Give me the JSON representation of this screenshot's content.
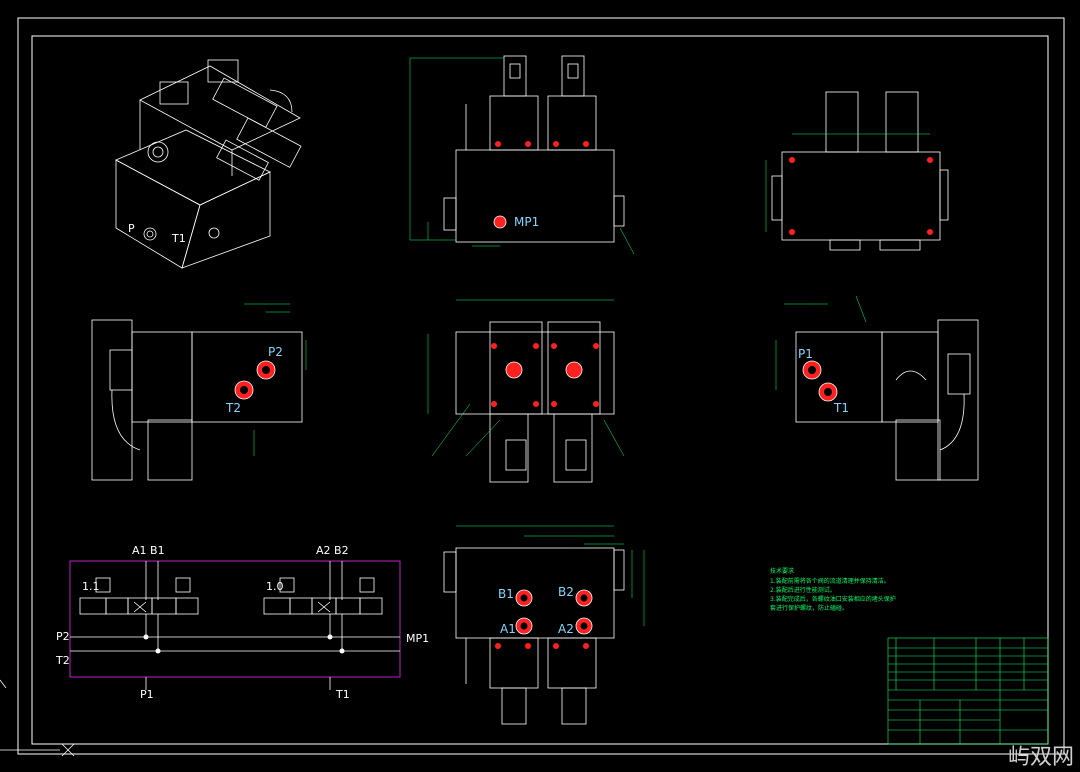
{
  "views": {
    "front": {
      "port": "MP1"
    },
    "left_side": {
      "ports": [
        "P2",
        "T2"
      ]
    },
    "right_side": {
      "ports": [
        "P1",
        "T1"
      ]
    },
    "bottom": {
      "ports": [
        "B1",
        "B2",
        "A1",
        "A2"
      ]
    }
  },
  "schematic": {
    "top_labels": [
      "A1 B1",
      "A2 B2"
    ],
    "left_labels": [
      "P2",
      "T2"
    ],
    "right_label": "MP1",
    "bottom_labels": [
      "P1",
      "T1"
    ],
    "valve_tags": [
      "1.1",
      "1.0"
    ]
  },
  "technical_notes": {
    "title": "技术要求",
    "lines": [
      "1.装配前需将各个阀的流道清理并保持清洁。",
      "2.装配后进行性能测试。",
      "3.装配完成后，各螺纹油口安装相应的堵头保护",
      "套进行保护螺纹，防止磕碰。"
    ]
  },
  "watermark": "屿双网",
  "colors": {
    "background": "#000000",
    "line": "#ffffff",
    "port_label": "#7fd6ff",
    "dimension": "#00ff66",
    "port_red": "#ff2020",
    "schematic_border": "#c020c0"
  }
}
